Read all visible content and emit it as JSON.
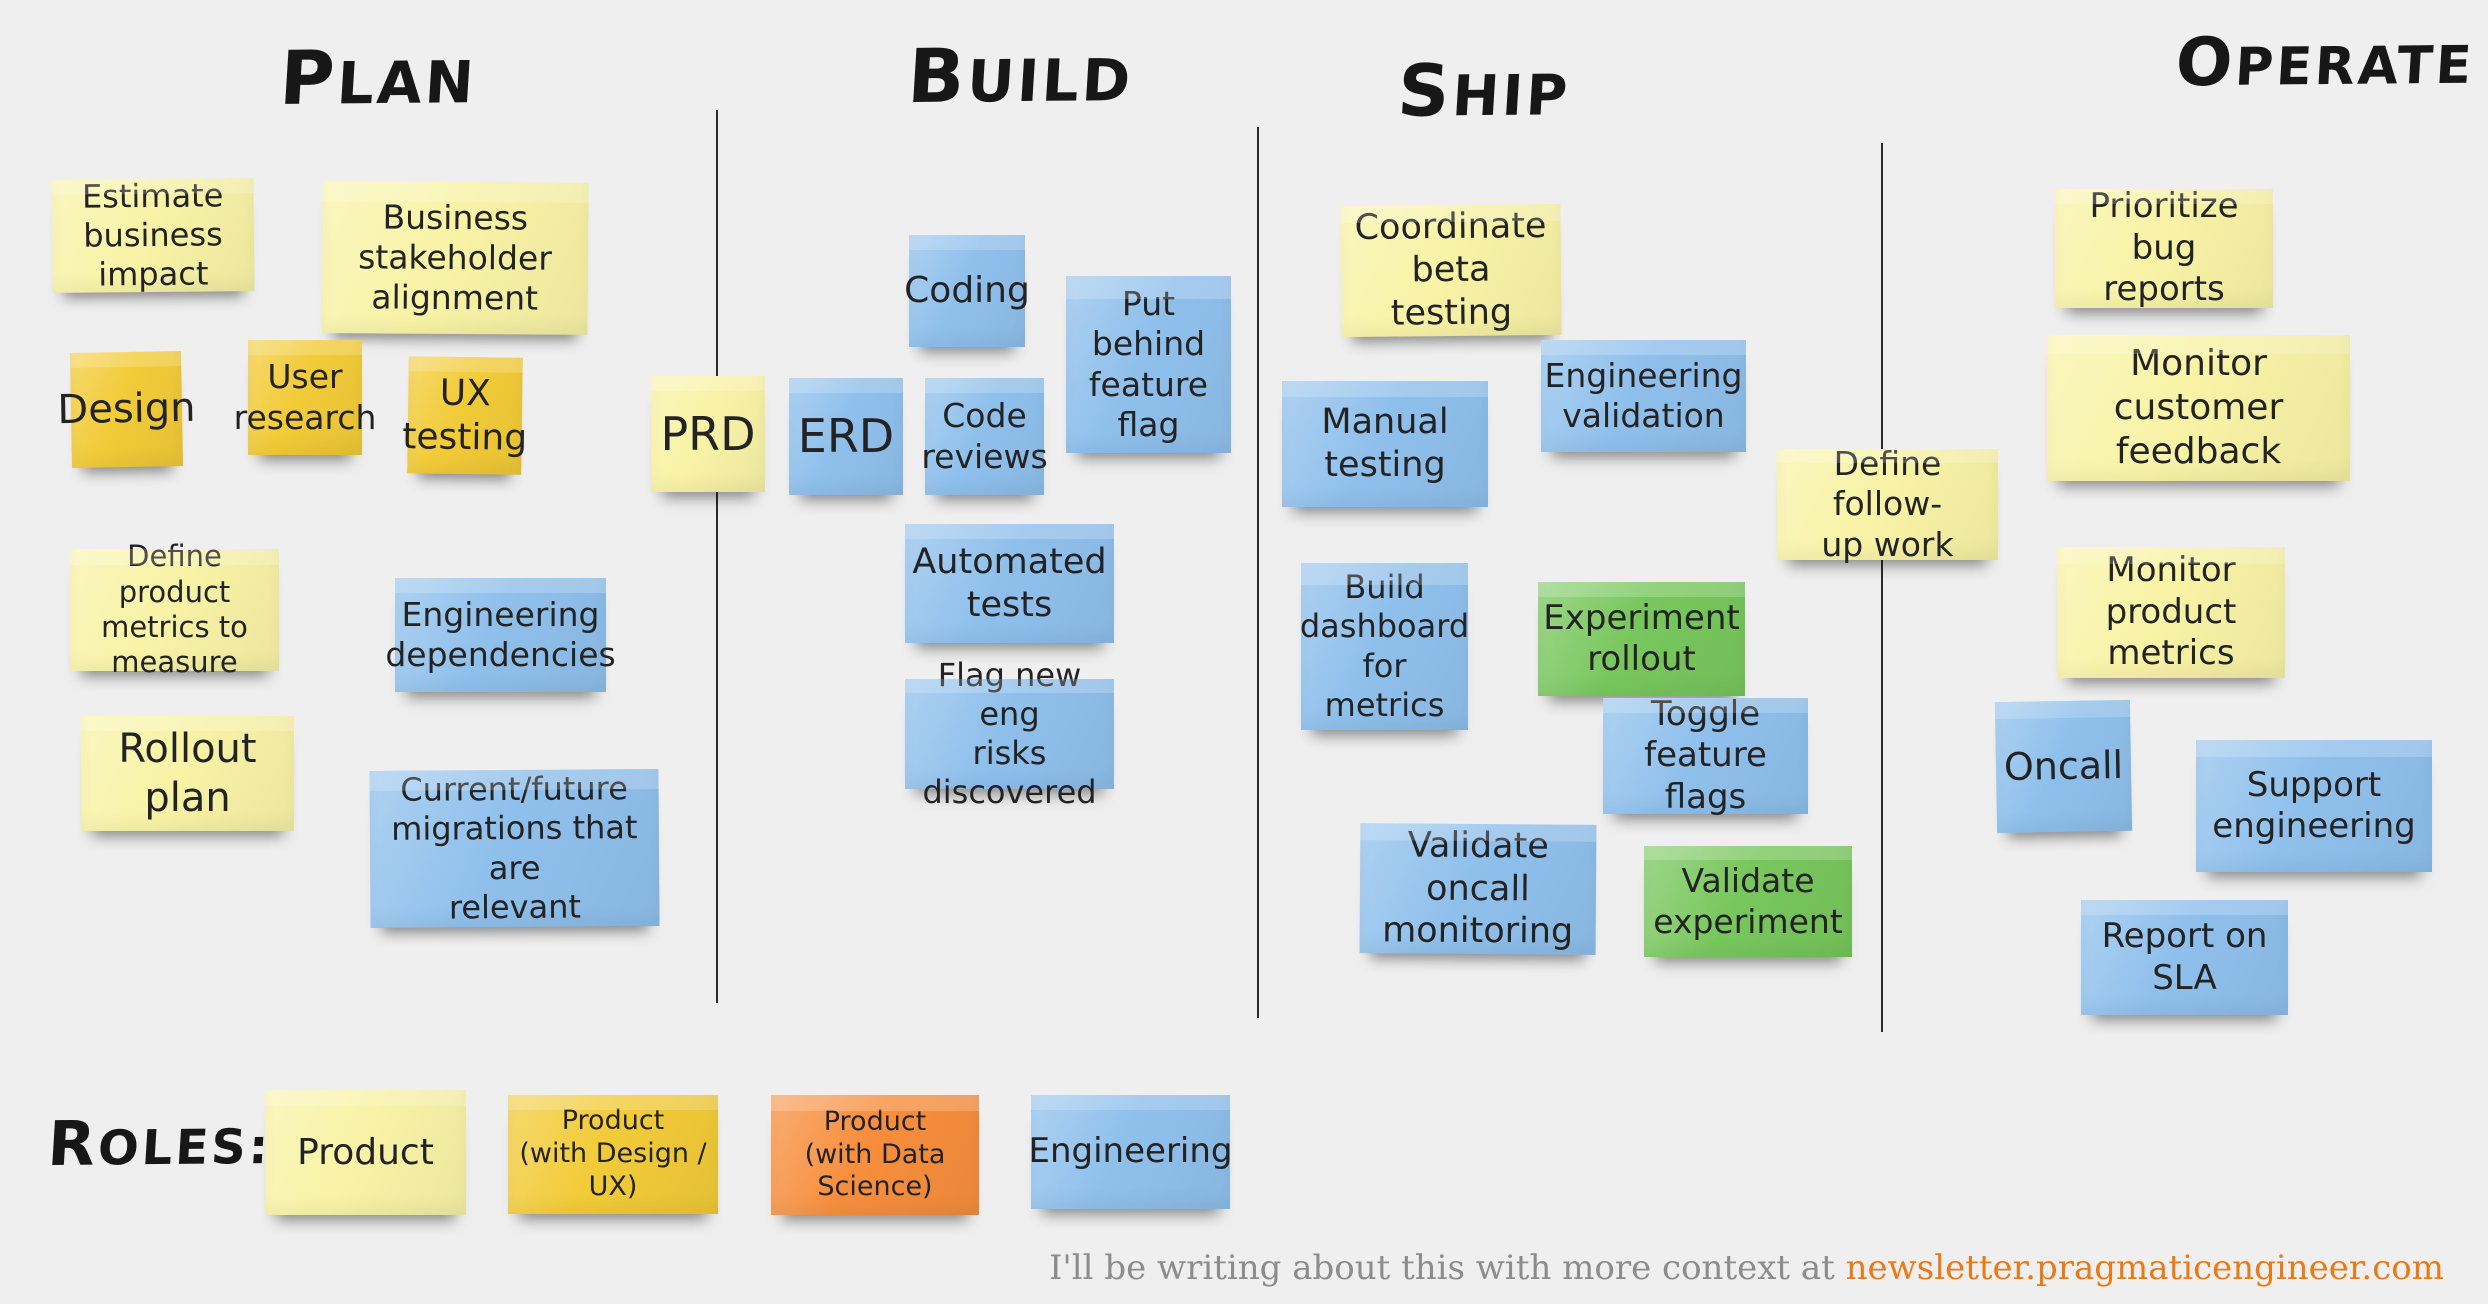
{
  "titles": {
    "plan": "Plan",
    "build": "Build",
    "ship": "Ship",
    "operate": "Operate"
  },
  "roles": {
    "label": "Roles:"
  },
  "notes": {
    "estimate_business_impact": "Estimate\nbusiness impact",
    "business_stakeholder_alignment": "Business stakeholder\nalignment",
    "design": "Design",
    "user_research": "User\nresearch",
    "ux_testing": "UX\ntesting",
    "define_product_metrics": "Define product\nmetrics to measure",
    "engineering_dependencies": "Engineering\ndependencies",
    "rollout_plan": "Rollout plan",
    "current_future_migrations": "Current/future\nmigrations that are\nrelevant",
    "prd": "PRD",
    "erd": "ERD",
    "coding": "Coding",
    "code_reviews": "Code\nreviews",
    "put_behind_feature_flag": "Put behind\nfeature\nflag",
    "automated_tests": "Automated\ntests",
    "flag_new_eng_risks": "Flag new eng\nrisks discovered",
    "coordinate_beta_testing": "Coordinate\nbeta testing",
    "engineering_validation": "Engineering\nvalidation",
    "manual_testing": "Manual\ntesting",
    "define_follow_up_work": "Define follow-\nup work",
    "build_dashboard_for_metrics": "Build\ndashboard\nfor metrics",
    "experiment_rollout": "Experiment\nrollout",
    "toggle_feature_flags": "Toggle feature\nflags",
    "validate_oncall_monitoring": "Validate oncall\nmonitoring",
    "validate_experiment": "Validate\nexperiment",
    "prioritize_bug_reports": "Prioritize bug\nreports",
    "monitor_customer_feedback": "Monitor customer\nfeedback",
    "monitor_product_metrics": "Monitor\nproduct metrics",
    "oncall": "Oncall",
    "support_engineering": "Support\nengineering",
    "report_on_sla": "Report on\nSLA",
    "role_product": "Product",
    "role_product_design_ux": "Product\n(with Design / UX)",
    "role_product_data_science": "Product\n(with Data Science)",
    "role_engineering": "Engineering"
  },
  "footer": {
    "prefix": "I'll be writing about this with more context at ",
    "link": "newsletter.pragmaticengineer.com"
  },
  "colors": {
    "background": "#efefef",
    "note_yellow": "#f8f3a6",
    "note_gold": "#f2cb38",
    "note_blue": "#8fc0ec",
    "note_green": "#78c75d",
    "note_orange": "#f78e3d",
    "divider": "#2b2b2b",
    "footer_text": "#8c8c8c",
    "footer_link": "#e87b17"
  }
}
